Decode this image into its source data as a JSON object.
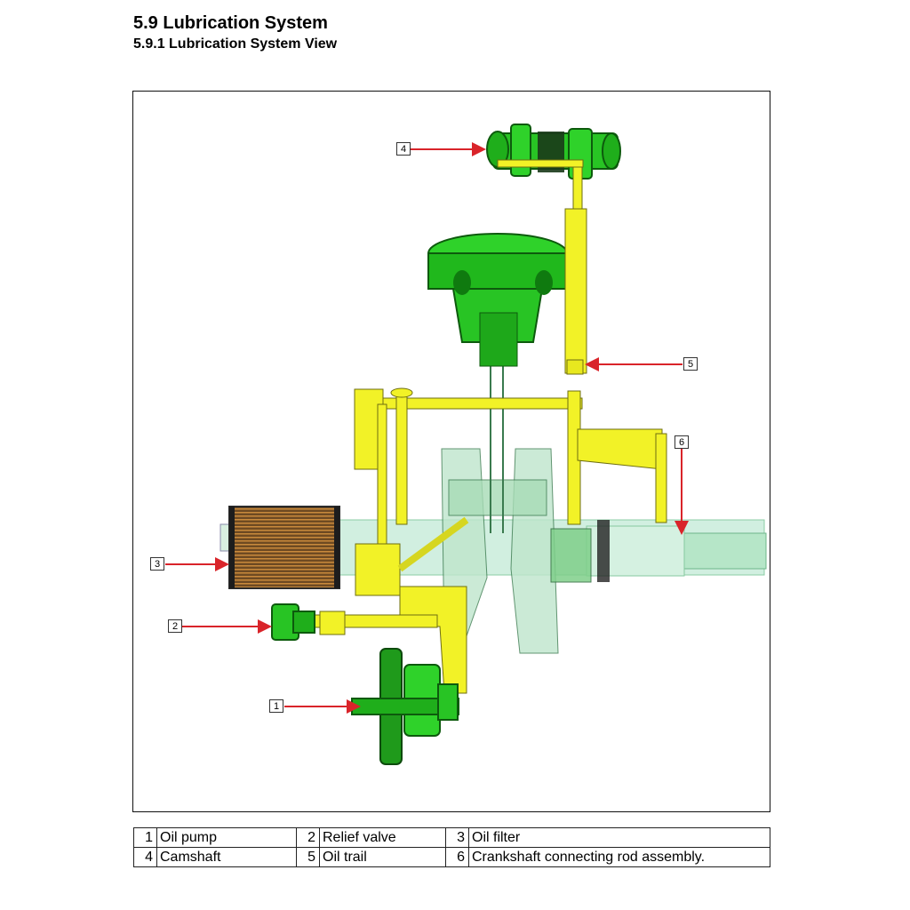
{
  "heading": {
    "section": "5.9 Lubrication System",
    "subsection": "5.9.1 Lubrication System View"
  },
  "colors": {
    "parts": "#22c81e",
    "oil_trail": "#f2f227",
    "ghost": "#bfe9cf",
    "arrow": "#d9242a",
    "filter": "#8a5a28"
  },
  "callouts": [
    {
      "id": "callout-4",
      "label": "4"
    },
    {
      "id": "callout-5",
      "label": "5"
    },
    {
      "id": "callout-6",
      "label": "6"
    },
    {
      "id": "callout-3",
      "label": "3"
    },
    {
      "id": "callout-2",
      "label": "2"
    },
    {
      "id": "callout-1",
      "label": "1"
    }
  ],
  "legend": {
    "rows": [
      [
        {
          "num": "1",
          "name": "Oil pump"
        },
        {
          "num": "2",
          "name": "Relief valve"
        },
        {
          "num": "3",
          "name": "Oil filter"
        }
      ],
      [
        {
          "num": "4",
          "name": "Camshaft"
        },
        {
          "num": "5",
          "name": "Oil trail"
        },
        {
          "num": "6",
          "name": "Crankshaft connecting rod assembly."
        }
      ]
    ]
  }
}
